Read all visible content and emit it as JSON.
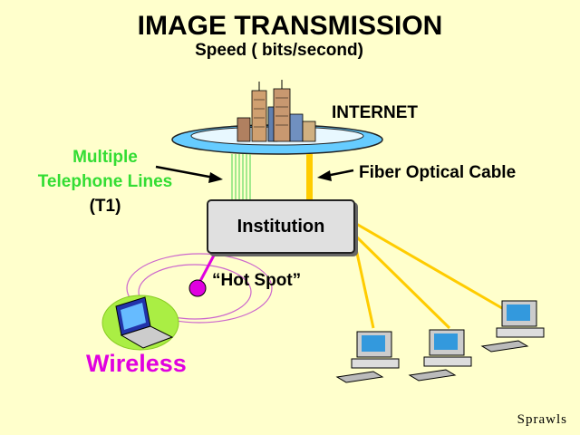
{
  "title": "IMAGE TRANSMISSION",
  "subtitle": "Speed ( bits/second)",
  "nodes": {
    "internet": "INTERNET",
    "institution": "Institution",
    "hotspot": "“Hot Spot”",
    "wireless": "Wireless"
  },
  "links": {
    "fiber": "Fiber Optical Cable",
    "telephone_line1": "Multiple",
    "telephone_line2": "Telephone Lines",
    "telephone_line3": "(T1)"
  },
  "credit": "Sprawls",
  "colors": {
    "background": "#FFFFCC",
    "ring": "#66CCFF",
    "fiber": "#FFCC00",
    "telephone": "#66DD66",
    "telephone_label": "#33DD33",
    "wireless": "#E000E0",
    "hotspot_ring": "#CC66CC"
  }
}
